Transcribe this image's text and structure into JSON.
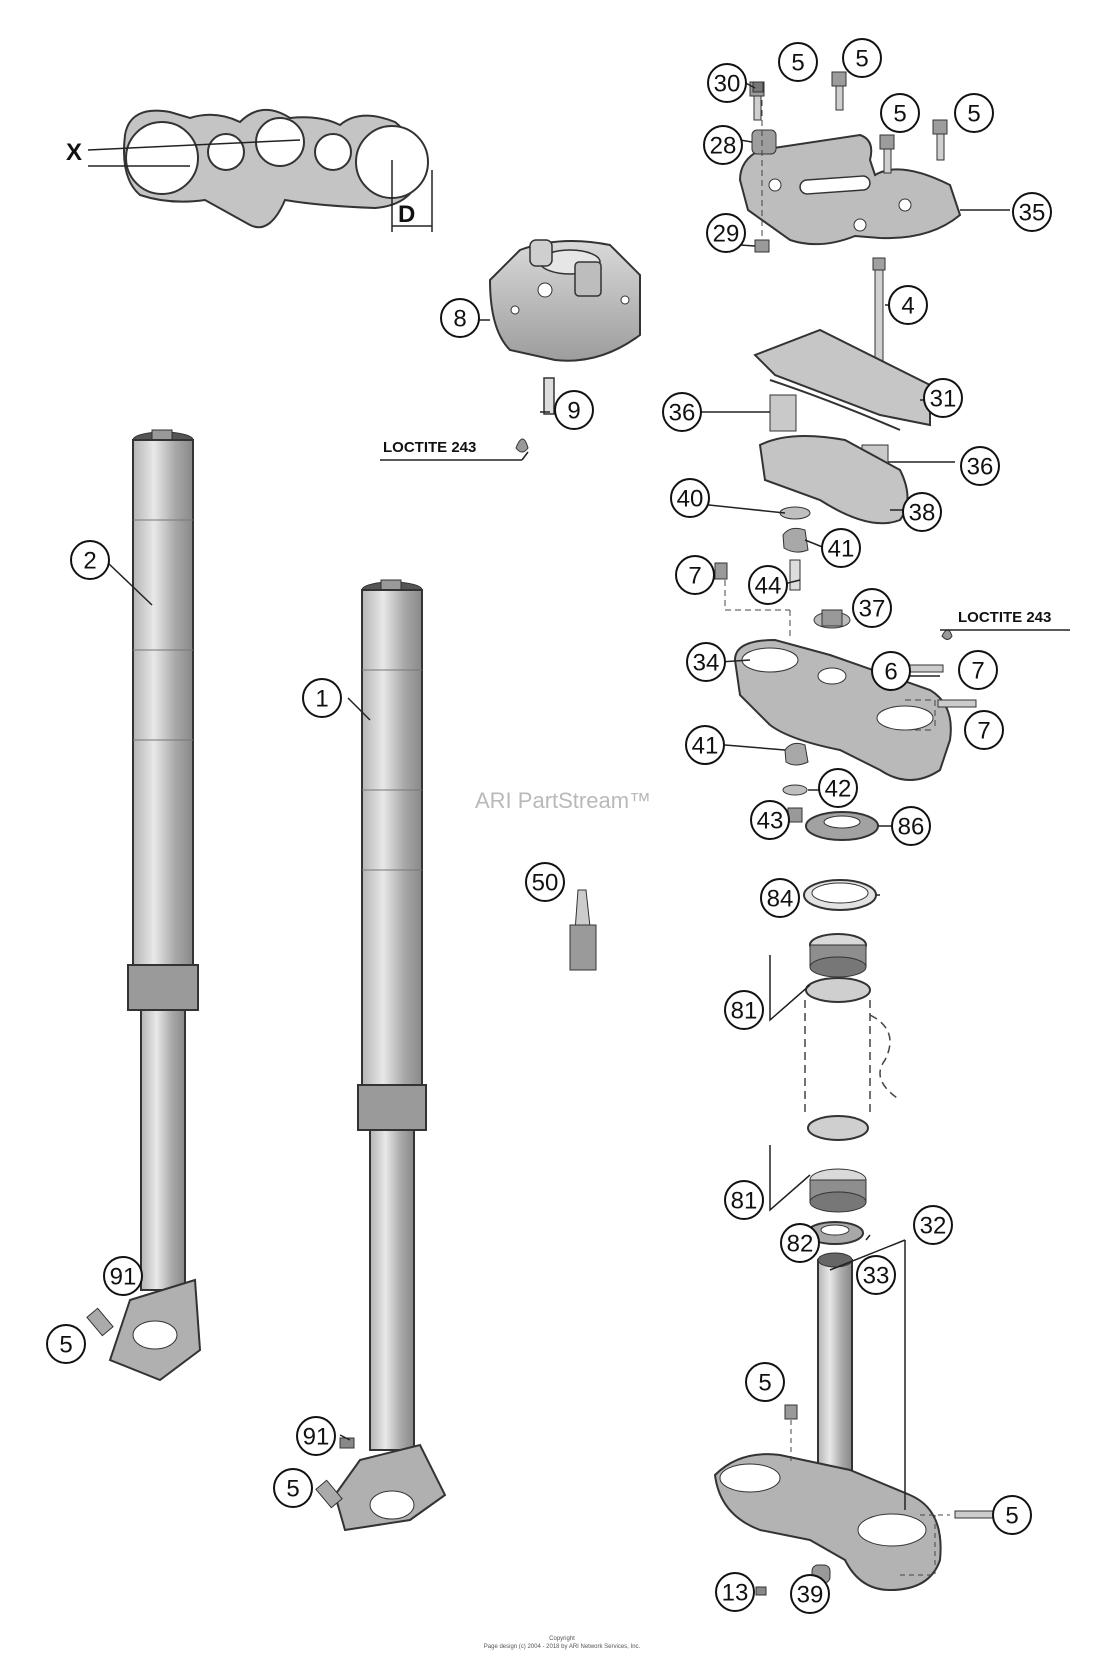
{
  "watermark": "ARI PartStream™",
  "copyright": {
    "line1": "Copyright",
    "line2": "Page design (c) 2004 - 2018 by ARI Network Services, Inc."
  },
  "dimension_labels": {
    "x": "X",
    "d": "D"
  },
  "loctite_notes": [
    {
      "id": "loctite-left",
      "text": "LOCTITE 243"
    },
    {
      "id": "loctite-right",
      "text": "LOCTITE 243"
    }
  ],
  "callouts": [
    {
      "id": "c30",
      "num": "30"
    },
    {
      "id": "c5a",
      "num": "5"
    },
    {
      "id": "c5b",
      "num": "5"
    },
    {
      "id": "c5c",
      "num": "5"
    },
    {
      "id": "c5d",
      "num": "5"
    },
    {
      "id": "c28",
      "num": "28"
    },
    {
      "id": "c35",
      "num": "35"
    },
    {
      "id": "c29",
      "num": "29"
    },
    {
      "id": "c4",
      "num": "4"
    },
    {
      "id": "c8",
      "num": "8"
    },
    {
      "id": "c9",
      "num": "9"
    },
    {
      "id": "c31",
      "num": "31"
    },
    {
      "id": "c36a",
      "num": "36"
    },
    {
      "id": "c36b",
      "num": "36"
    },
    {
      "id": "c2",
      "num": "2"
    },
    {
      "id": "c40",
      "num": "40"
    },
    {
      "id": "c38",
      "num": "38"
    },
    {
      "id": "c41a",
      "num": "41"
    },
    {
      "id": "c7a",
      "num": "7"
    },
    {
      "id": "c44",
      "num": "44"
    },
    {
      "id": "c37",
      "num": "37"
    },
    {
      "id": "c1",
      "num": "1"
    },
    {
      "id": "c34",
      "num": "34"
    },
    {
      "id": "c6",
      "num": "6"
    },
    {
      "id": "c7b",
      "num": "7"
    },
    {
      "id": "c7c",
      "num": "7"
    },
    {
      "id": "c41b",
      "num": "41"
    },
    {
      "id": "c42",
      "num": "42"
    },
    {
      "id": "c43",
      "num": "43"
    },
    {
      "id": "c86",
      "num": "86"
    },
    {
      "id": "c50",
      "num": "50"
    },
    {
      "id": "c84",
      "num": "84"
    },
    {
      "id": "c81a",
      "num": "81"
    },
    {
      "id": "c81b",
      "num": "81"
    },
    {
      "id": "c82",
      "num": "82"
    },
    {
      "id": "c32",
      "num": "32"
    },
    {
      "id": "c33",
      "num": "33"
    },
    {
      "id": "c91a",
      "num": "91"
    },
    {
      "id": "c5e",
      "num": "5"
    },
    {
      "id": "c5f",
      "num": "5"
    },
    {
      "id": "c91b",
      "num": "91"
    },
    {
      "id": "c5g",
      "num": "5"
    },
    {
      "id": "c5h",
      "num": "5"
    },
    {
      "id": "c13",
      "num": "13"
    },
    {
      "id": "c39",
      "num": "39"
    }
  ]
}
